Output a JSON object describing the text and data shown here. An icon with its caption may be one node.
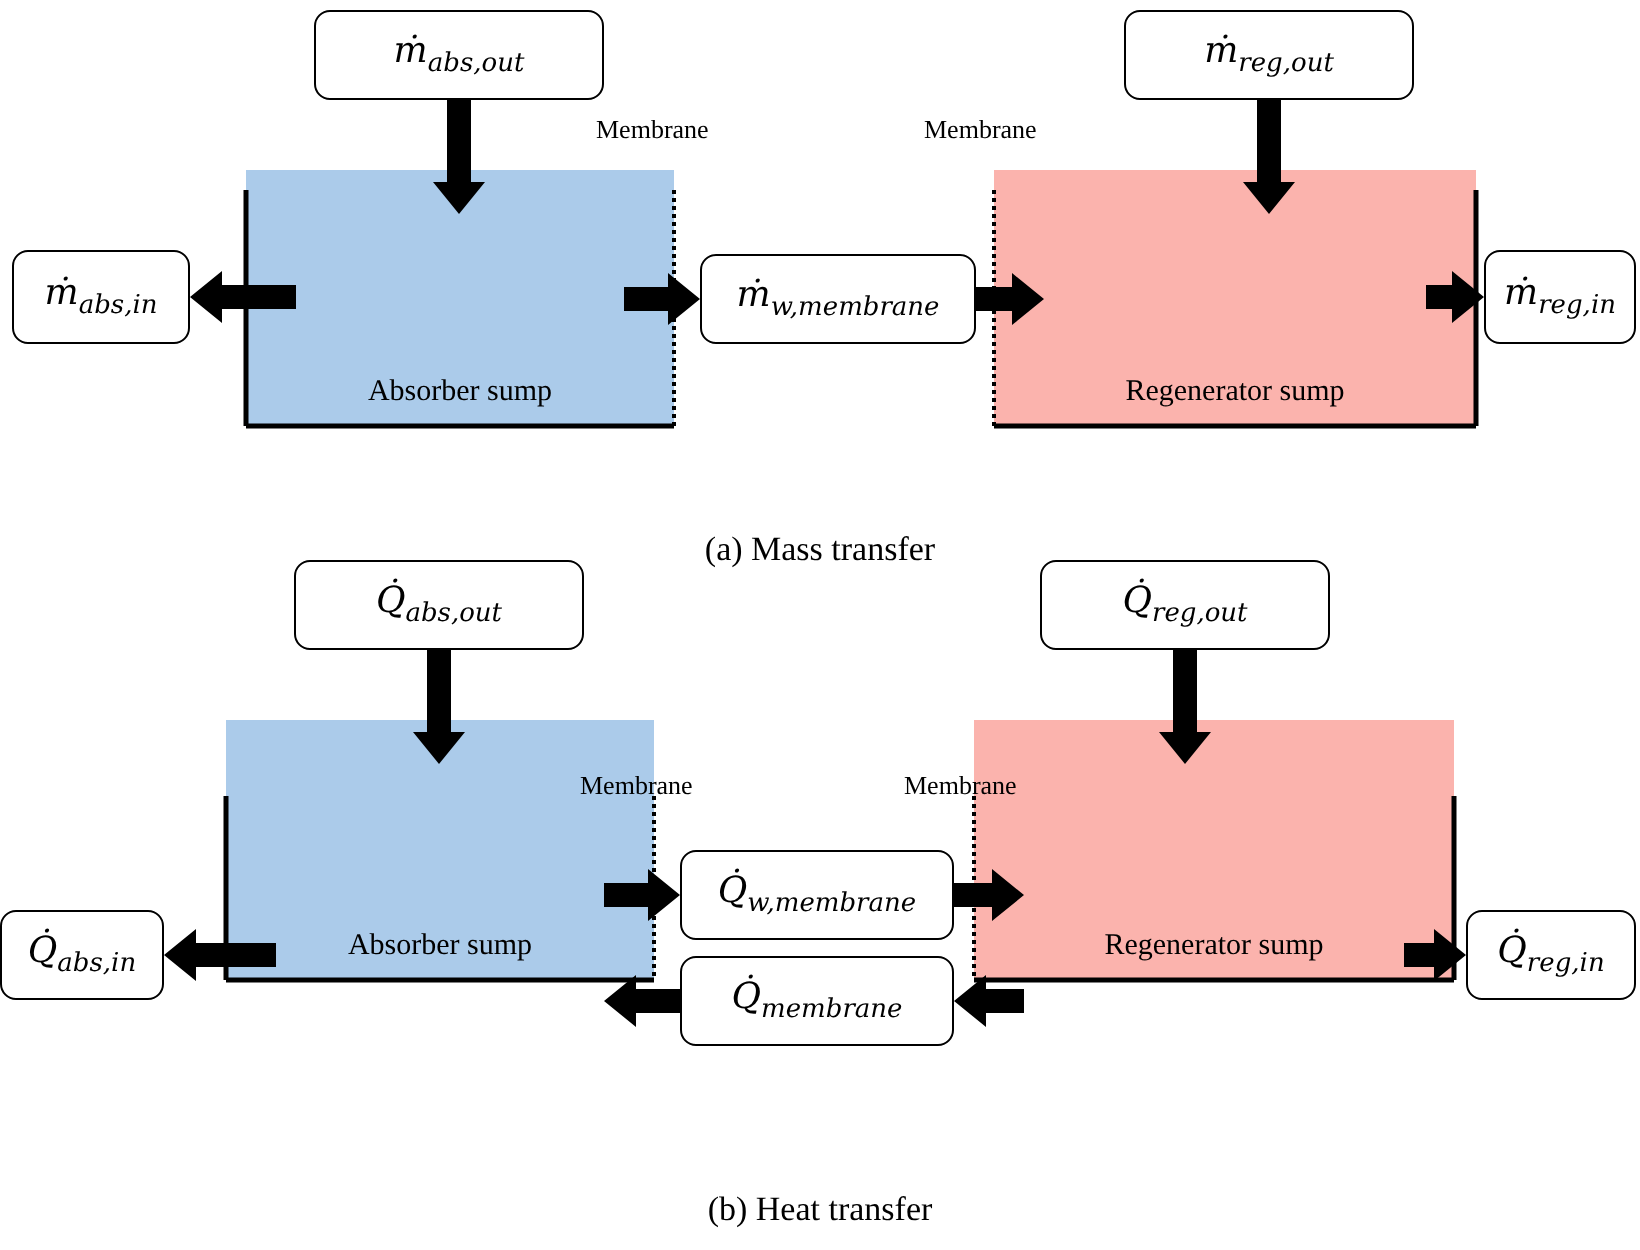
{
  "diagram": {
    "nodes": [
      {
        "text": [
          "Absorber sump"
        ]
      },
      {
        "text": [
          "ṁ$_{abs,out}$"
        ]
      },
      {
        "text": [
          "ṁ$_{abs,in}$"
        ]
      },
      {
        "text": [
          "ṁ$_{w,membrane}$"
        ]
      },
      {
        "text": [
          "Regenerator sump"
        ]
      },
      {
        "text": [
          "ṁ$_{reg,out}$"
        ]
      },
      {
        "text": [
          "ṁ$_{reg,in}$"
        ]
      },
      {
        "text": [
          "Absorber sump"
        ]
      },
      {
        "text": [
          "Q̇$_{abs,out}$"
        ]
      },
      {
        "text": [
          "Q̇$_{abs,in}$"
        ]
      },
      {
        "text": [
          "Q̇$_{w,membrane}$"
        ]
      },
      {
        "text": [
          "Q̇$_{membrane}$"
        ]
      },
      {
        "text": [
          "Regenerator sump"
        ]
      },
      {
        "text": [
          "Q̇$_{reg,out}$"
        ]
      },
      {
        "text": [
          "Q̇$_{reg,in}$"
        ]
      }
    ],
    "edges": [
      {
        "from": 1,
        "to": 0,
        "arrow": "to",
        "style": "thick"
      },
      {
        "from": 0,
        "to": 2,
        "arrow": "to",
        "style": "thick"
      },
      {
        "from": 0,
        "to": 3,
        "arrow": "to",
        "style": "thick"
      },
      {
        "from": 3,
        "to": 4,
        "arrow": "to",
        "style": "thick"
      },
      {
        "from": 5,
        "to": 4,
        "arrow": "to",
        "style": "thick"
      },
      {
        "from": 4,
        "to": 6,
        "arrow": "to",
        "style": "thick"
      },
      {
        "from": 8,
        "to": 7,
        "arrow": "to",
        "style": "thick"
      },
      {
        "from": 7,
        "to": 9,
        "arrow": "to",
        "style": "thick"
      },
      {
        "from": 7,
        "to": 10,
        "arrow": "to",
        "style": "thick"
      },
      {
        "from": 10,
        "to": 12,
        "arrow": "to",
        "style": "thick"
      },
      {
        "from": 12,
        "to": 11,
        "arrow": "to",
        "style": "thick"
      },
      {
        "from": 11,
        "to": 7,
        "arrow": "to",
        "style": "thick"
      },
      {
        "from": 13,
        "to": 12,
        "arrow": "to",
        "style": "thick"
      },
      {
        "from": 12,
        "to": 14,
        "arrow": "to",
        "style": "thick"
      }
    ],
    "labels": [
      "Membrane",
      "Membrane",
      "(a) Mass transfer",
      "Membrane",
      "Membrane",
      "(b) Heat transfer"
    ]
  }
}
